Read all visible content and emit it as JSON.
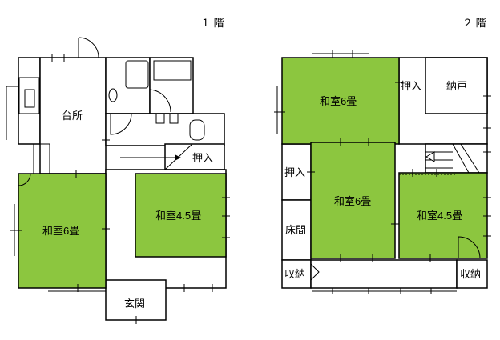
{
  "floors": [
    {
      "title": "１ 階",
      "rooms": {
        "kitchen": "台所",
        "washitsu_6": "和室6畳",
        "washitsu_45": "和室4.5畳",
        "oshiire": "押入",
        "genkan": "玄関"
      }
    },
    {
      "title": "２ 階",
      "rooms": {
        "washitsu_6_top": "和室6畳",
        "oshiire_top": "押入",
        "nando": "納戸",
        "oshiire_left": "押入",
        "washitsu_6_mid": "和室6畳",
        "washitsu_45": "和室4.5畳",
        "tokonoma": "床間",
        "shuno_left": "収納",
        "shuno_right": "収納"
      }
    }
  ],
  "colors": {
    "tatami": "#8cc63f",
    "wall": "#000000",
    "background": "#ffffff"
  }
}
